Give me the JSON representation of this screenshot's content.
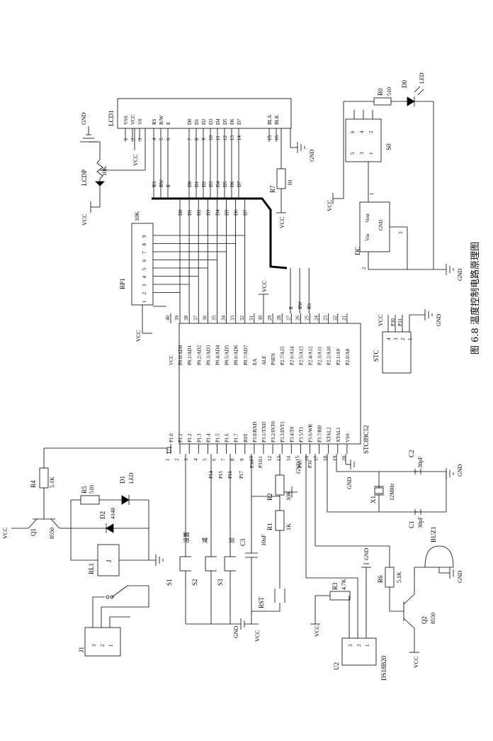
{
  "caption": "图 6.8    温度控制电路原理图",
  "mcu": {
    "ref": "U1",
    "part": "STC89C52",
    "left_pins": [
      "P1.0",
      "P1.1",
      "P1.2",
      "P1.3",
      "P1.4",
      "P1.5",
      "P1.6",
      "P1.7",
      "RST",
      "P3.0/RXD",
      "P3.1/TXD",
      "P3.2/INT0",
      "P3.3/INT1",
      "P3.4/T0",
      "P3.5/T1",
      "P3.6/WR",
      "P3.7/RD",
      "XTAL2",
      "XTAL1",
      "VSS"
    ],
    "right_pins": [
      "VCC",
      "P0.0/AD0",
      "P0.1/AD1",
      "P0.2/AD2",
      "P0.3/AD3",
      "P0.4/AD4",
      "P0.5/AD5",
      "P0.6/AD6",
      "P0.7/AD7",
      "EA",
      "ALE",
      "PSEN",
      "P2.7/A15",
      "P2.6/A14",
      "P2.5/A13",
      "P2.4/A12",
      "P2.3/A11",
      "P2.2/A10",
      "P2.1/A9",
      "P2.0/A8"
    ],
    "left_nums": [
      "1",
      "2",
      "3",
      "4",
      "5",
      "6",
      "7",
      "8",
      "9",
      "10",
      "11",
      "12",
      "13",
      "14",
      "15",
      "16",
      "17",
      "18",
      "19",
      "20"
    ],
    "right_nums": [
      "40",
      "39",
      "38",
      "37",
      "36",
      "35",
      "34",
      "33",
      "32",
      "31",
      "30",
      "29",
      "28",
      "27",
      "26",
      "25",
      "24",
      "23",
      "22",
      "21"
    ]
  },
  "lcd": {
    "ref": "LCD1",
    "pins": [
      "VSS",
      "VCC",
      "V0",
      "RS",
      "R/W",
      "E",
      "D0",
      "D1",
      "D2",
      "D3",
      "D4",
      "D5",
      "D6",
      "D7",
      "BLA",
      "BLK"
    ],
    "nums": [
      "1",
      "2",
      "3",
      "4",
      "5",
      "6",
      "7",
      "8",
      "9",
      "10",
      "11",
      "12",
      "13",
      "14",
      "15",
      "16"
    ],
    "bus_labels": [
      "RS",
      "RW",
      "E",
      "D0",
      "D1",
      "D2",
      "D3",
      "D4",
      "D5",
      "D6",
      "D7"
    ],
    "lower_labels": [
      "D0",
      "D1",
      "D2",
      "D3",
      "D4",
      "D5",
      "D6",
      "D7"
    ],
    "ctrl_labels": [
      "E",
      "RW",
      "RS"
    ]
  },
  "rp1": {
    "ref": "RP1",
    "value": "10K",
    "nums": [
      "9",
      "8",
      "7",
      "6",
      "5",
      "4",
      "3",
      "2",
      "1"
    ]
  },
  "lcdp": {
    "ref": "LCDP",
    "value": "10K"
  },
  "r7": {
    "ref": "R7",
    "value": "10"
  },
  "r0": {
    "ref": "R0",
    "value": "510"
  },
  "d0": {
    "ref": "D0",
    "value": "LED"
  },
  "s0": {
    "ref": "S0",
    "nums": [
      "6",
      "4",
      "2",
      "5",
      "3",
      "1"
    ]
  },
  "dc": {
    "ref": "DC",
    "vin": "Vin",
    "vout": "Vout",
    "gnd": "GND",
    "n1": "1",
    "n2": "2",
    "n3": "3"
  },
  "stc": {
    "ref": "STC",
    "nums": [
      "4",
      "3",
      "2",
      "1"
    ],
    "p30": "P30",
    "p31": "P31"
  },
  "relay": {
    "q1_ref": "Q1",
    "q1_val": "8550",
    "r4_ref": "R4",
    "r4_val": "5.1K",
    "r5_ref": "R5",
    "r5_val": "510",
    "d1_ref": "D1",
    "d1_val": "LED",
    "d2_ref": "D2",
    "d2_val": "4148",
    "rl1_ref": "RL1",
    "j": "J",
    "j1_ref": "J1",
    "j1_nums": [
      "3",
      "2",
      "1"
    ]
  },
  "keys": {
    "s1": "S1",
    "s1_cn": "设置",
    "s2": "S2",
    "s2_cn": "减",
    "s3": "S3",
    "s3_cn": "加",
    "p14": "P14",
    "p15": "P15",
    "p16": "P16",
    "p17": "P17"
  },
  "reset": {
    "c3_ref": "C3",
    "c3_val": "10uF",
    "r1_ref": "R1",
    "r1_val": "1K",
    "r2_ref": "R2",
    "r2_val": "10K",
    "rst": "RST"
  },
  "crystal": {
    "x1_ref": "X1",
    "x1_val": "12MHz",
    "c1_ref": "C1",
    "c1_val": "30pF",
    "c2_ref": "C2",
    "c2_val": "30pF"
  },
  "sensor": {
    "u2_ref": "U2",
    "u2_part": "DS18B20",
    "r3_ref": "R3",
    "r3_val": "4.7K",
    "nums": [
      "3",
      "2",
      "1"
    ]
  },
  "buzzer": {
    "ref": "BUZ1",
    "q2_ref": "Q2",
    "q2_val": "8550",
    "r6_ref": "R6",
    "r6_val": "5.1K"
  },
  "nets": {
    "vcc": "VCC",
    "gnd": "GND",
    "p30": "P30",
    "p31": "P31",
    "p35": "P35",
    "p36": "P36"
  }
}
